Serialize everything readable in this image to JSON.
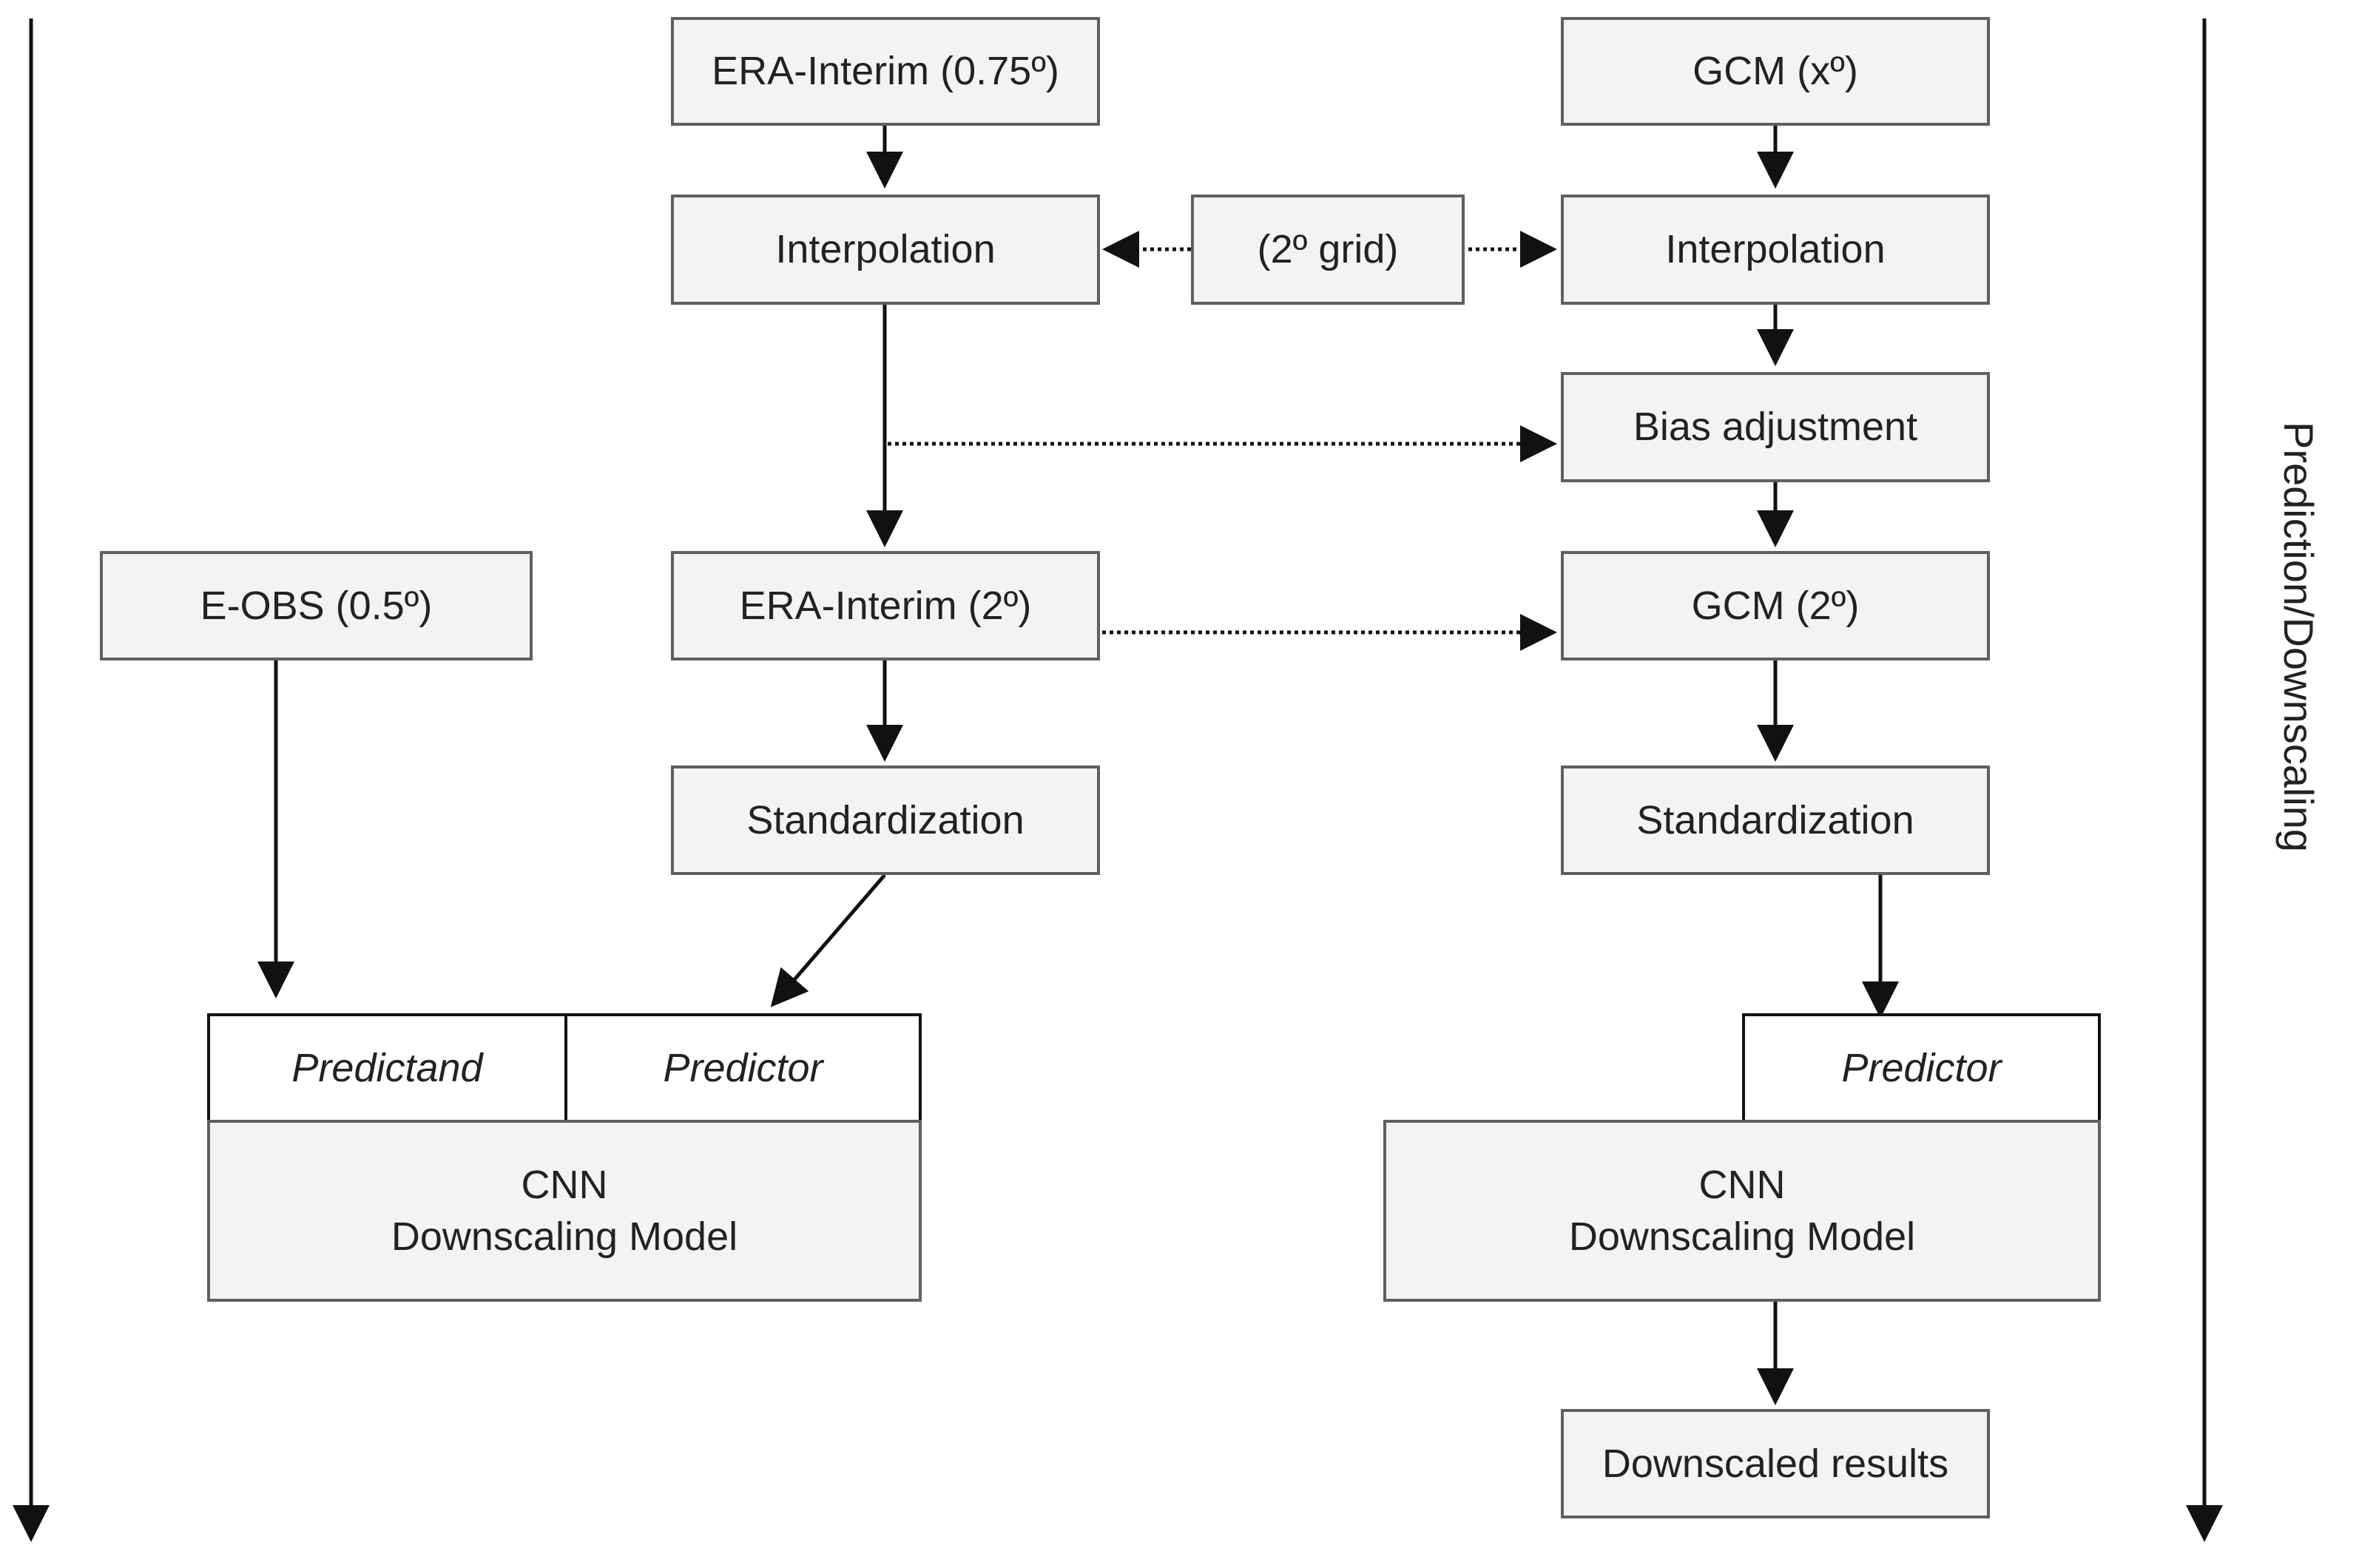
{
  "boxes": {
    "era_interim_075": "ERA-Interim (0.75º)",
    "gcm_x": "GCM (xº)",
    "interp_left": "Interpolation",
    "grid_2": "(2º grid)",
    "interp_right": "Interpolation",
    "bias_adjustment": "Bias adjustment",
    "eobs": "E-OBS (0.5º)",
    "era_interim_2": "ERA-Interim (2º)",
    "gcm_2": "GCM (2º)",
    "std_left": "Standardization",
    "std_right": "Standardization",
    "predictand": "Predictand",
    "predictor_left": "Predictor",
    "predictor_right": "Predictor",
    "cnn_left_line1": "CNN",
    "cnn_left_line2": "Downscaling Model",
    "cnn_right_line1": "CNN",
    "cnn_right_line2": "Downscaling Model",
    "downscaled_results": "Downscaled results"
  },
  "side_label": "Prediction/Downscaling"
}
